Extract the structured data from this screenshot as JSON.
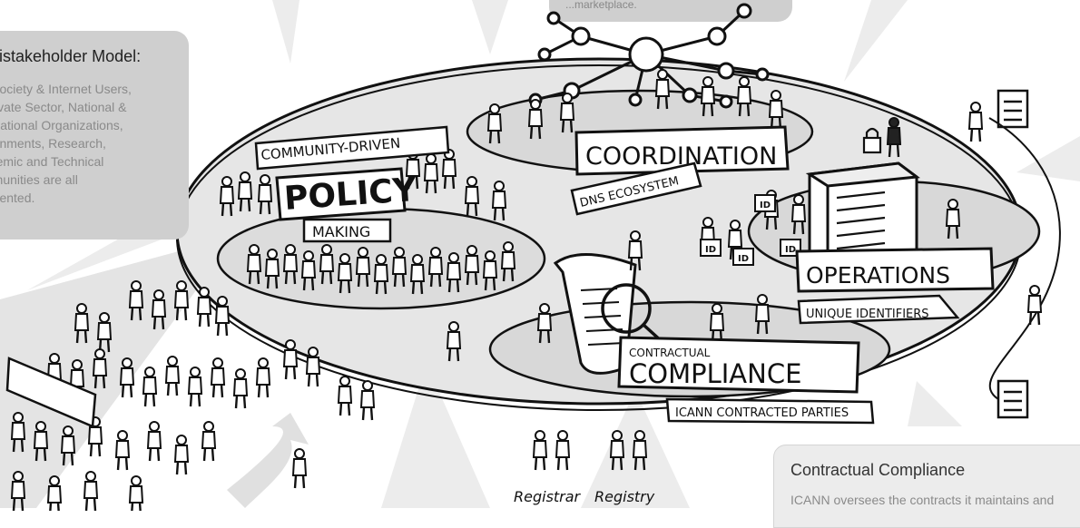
{
  "multistakeholder": {
    "title": "ultistakeholder Model:",
    "body": "il Society & Internet Users,\n Private Sector, National &\nernational Organizations,\nvernments, Research,\nademic and Technical\nmmunities are all\nresented."
  },
  "top_callout": {
    "body": "...marketplace."
  },
  "contractual_callout": {
    "title": "Contractual Compliance",
    "body": "ICANN oversees the contracts it maintains and"
  },
  "banners": {
    "community_driven": "COMMUNITY-DRIVEN",
    "policy": "POLICY",
    "making": "MAKING",
    "coordination": "COORDINATION",
    "dns_ecosystem": "DNS ECOSYSTEM",
    "operations": "OPERATIONS",
    "unique_identifiers": "UNIQUE IDENTIFIERS",
    "contractual": "CONTRACTUAL",
    "compliance": "COMPLIANCE",
    "contracted_parties": "ICANN CONTRACTED PARTIES"
  },
  "labels": {
    "registrar": "Registrar",
    "registry": "Registry",
    "id_badge": "ID"
  },
  "icons": [
    "network-node-icon",
    "server-rack-icon",
    "scroll-document-icon",
    "magnifier-icon",
    "person-figure-icon",
    "padlock-icon"
  ]
}
